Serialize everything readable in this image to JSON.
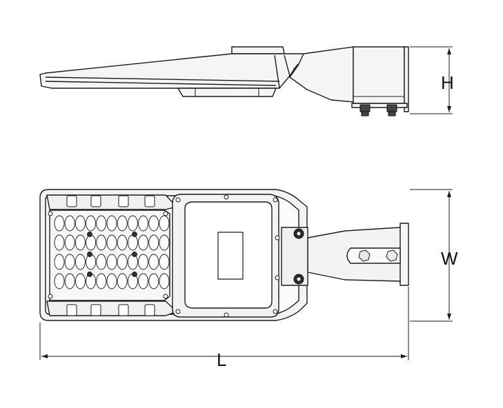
{
  "dimensions": {
    "height_label": "H",
    "width_label": "W",
    "length_label": "L"
  },
  "colors": {
    "line": "#1a1a1a",
    "housing_fill": "#f3f3f3",
    "dark_fill": "#333333",
    "background": "#ffffff"
  },
  "led_array": {
    "rows": 4,
    "columns": 11
  }
}
